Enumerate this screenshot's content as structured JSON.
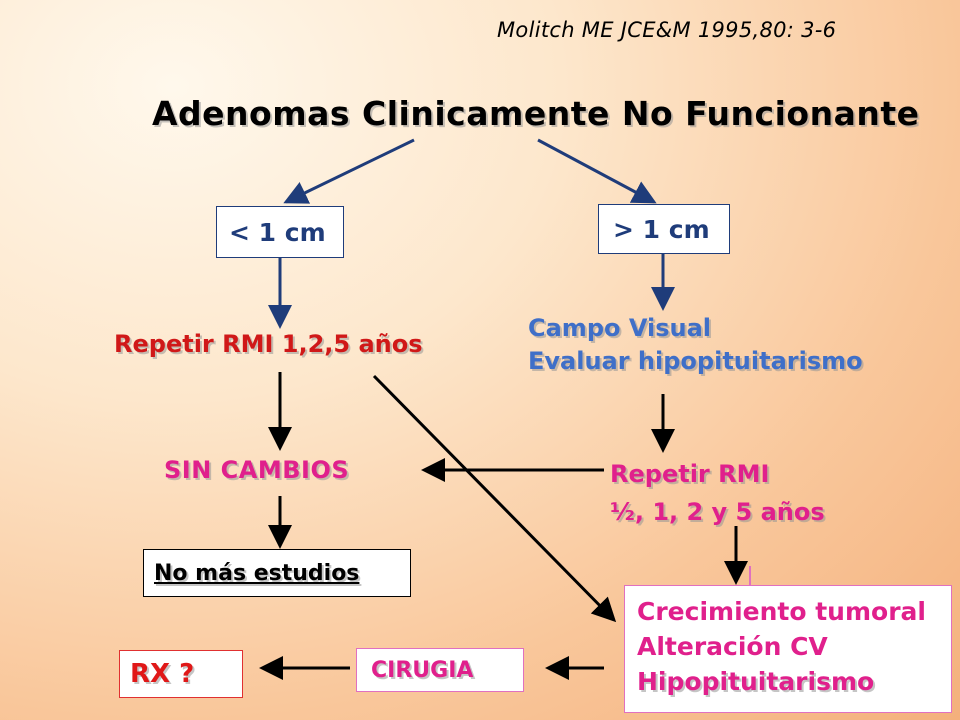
{
  "citation": "Molitch ME JCE&M 1995,80: 3-6",
  "title": "Adenomas Clinicamente No Funcionante",
  "nodes": {
    "small": "< 1 cm",
    "large": "> 1 cm",
    "repeat_left": "Repetir RMI 1,2,5 años",
    "campo_line1": "Campo Visual",
    "campo_line2": "Evaluar hipopituitarismo",
    "sin_cambios": "SIN CAMBIOS",
    "repeat_right_line1": "Repetir RMI",
    "repeat_right_line2": "½, 1, 2 y 5 años",
    "no_mas": "No más estudios",
    "crec_line1": "Crecimiento tumoral",
    "crec_line2": "Alteración CV",
    "crec_line3": "Hipopituitarismo",
    "cirugia": "CIRUGIA",
    "rx": "RX ?"
  },
  "colors": {
    "blue_arrow": "#1f3c7a",
    "black_arrow": "#000000",
    "pink_text": "#e0208c",
    "red_text": "#d01818",
    "light_blue_text": "#3f6fc8"
  }
}
